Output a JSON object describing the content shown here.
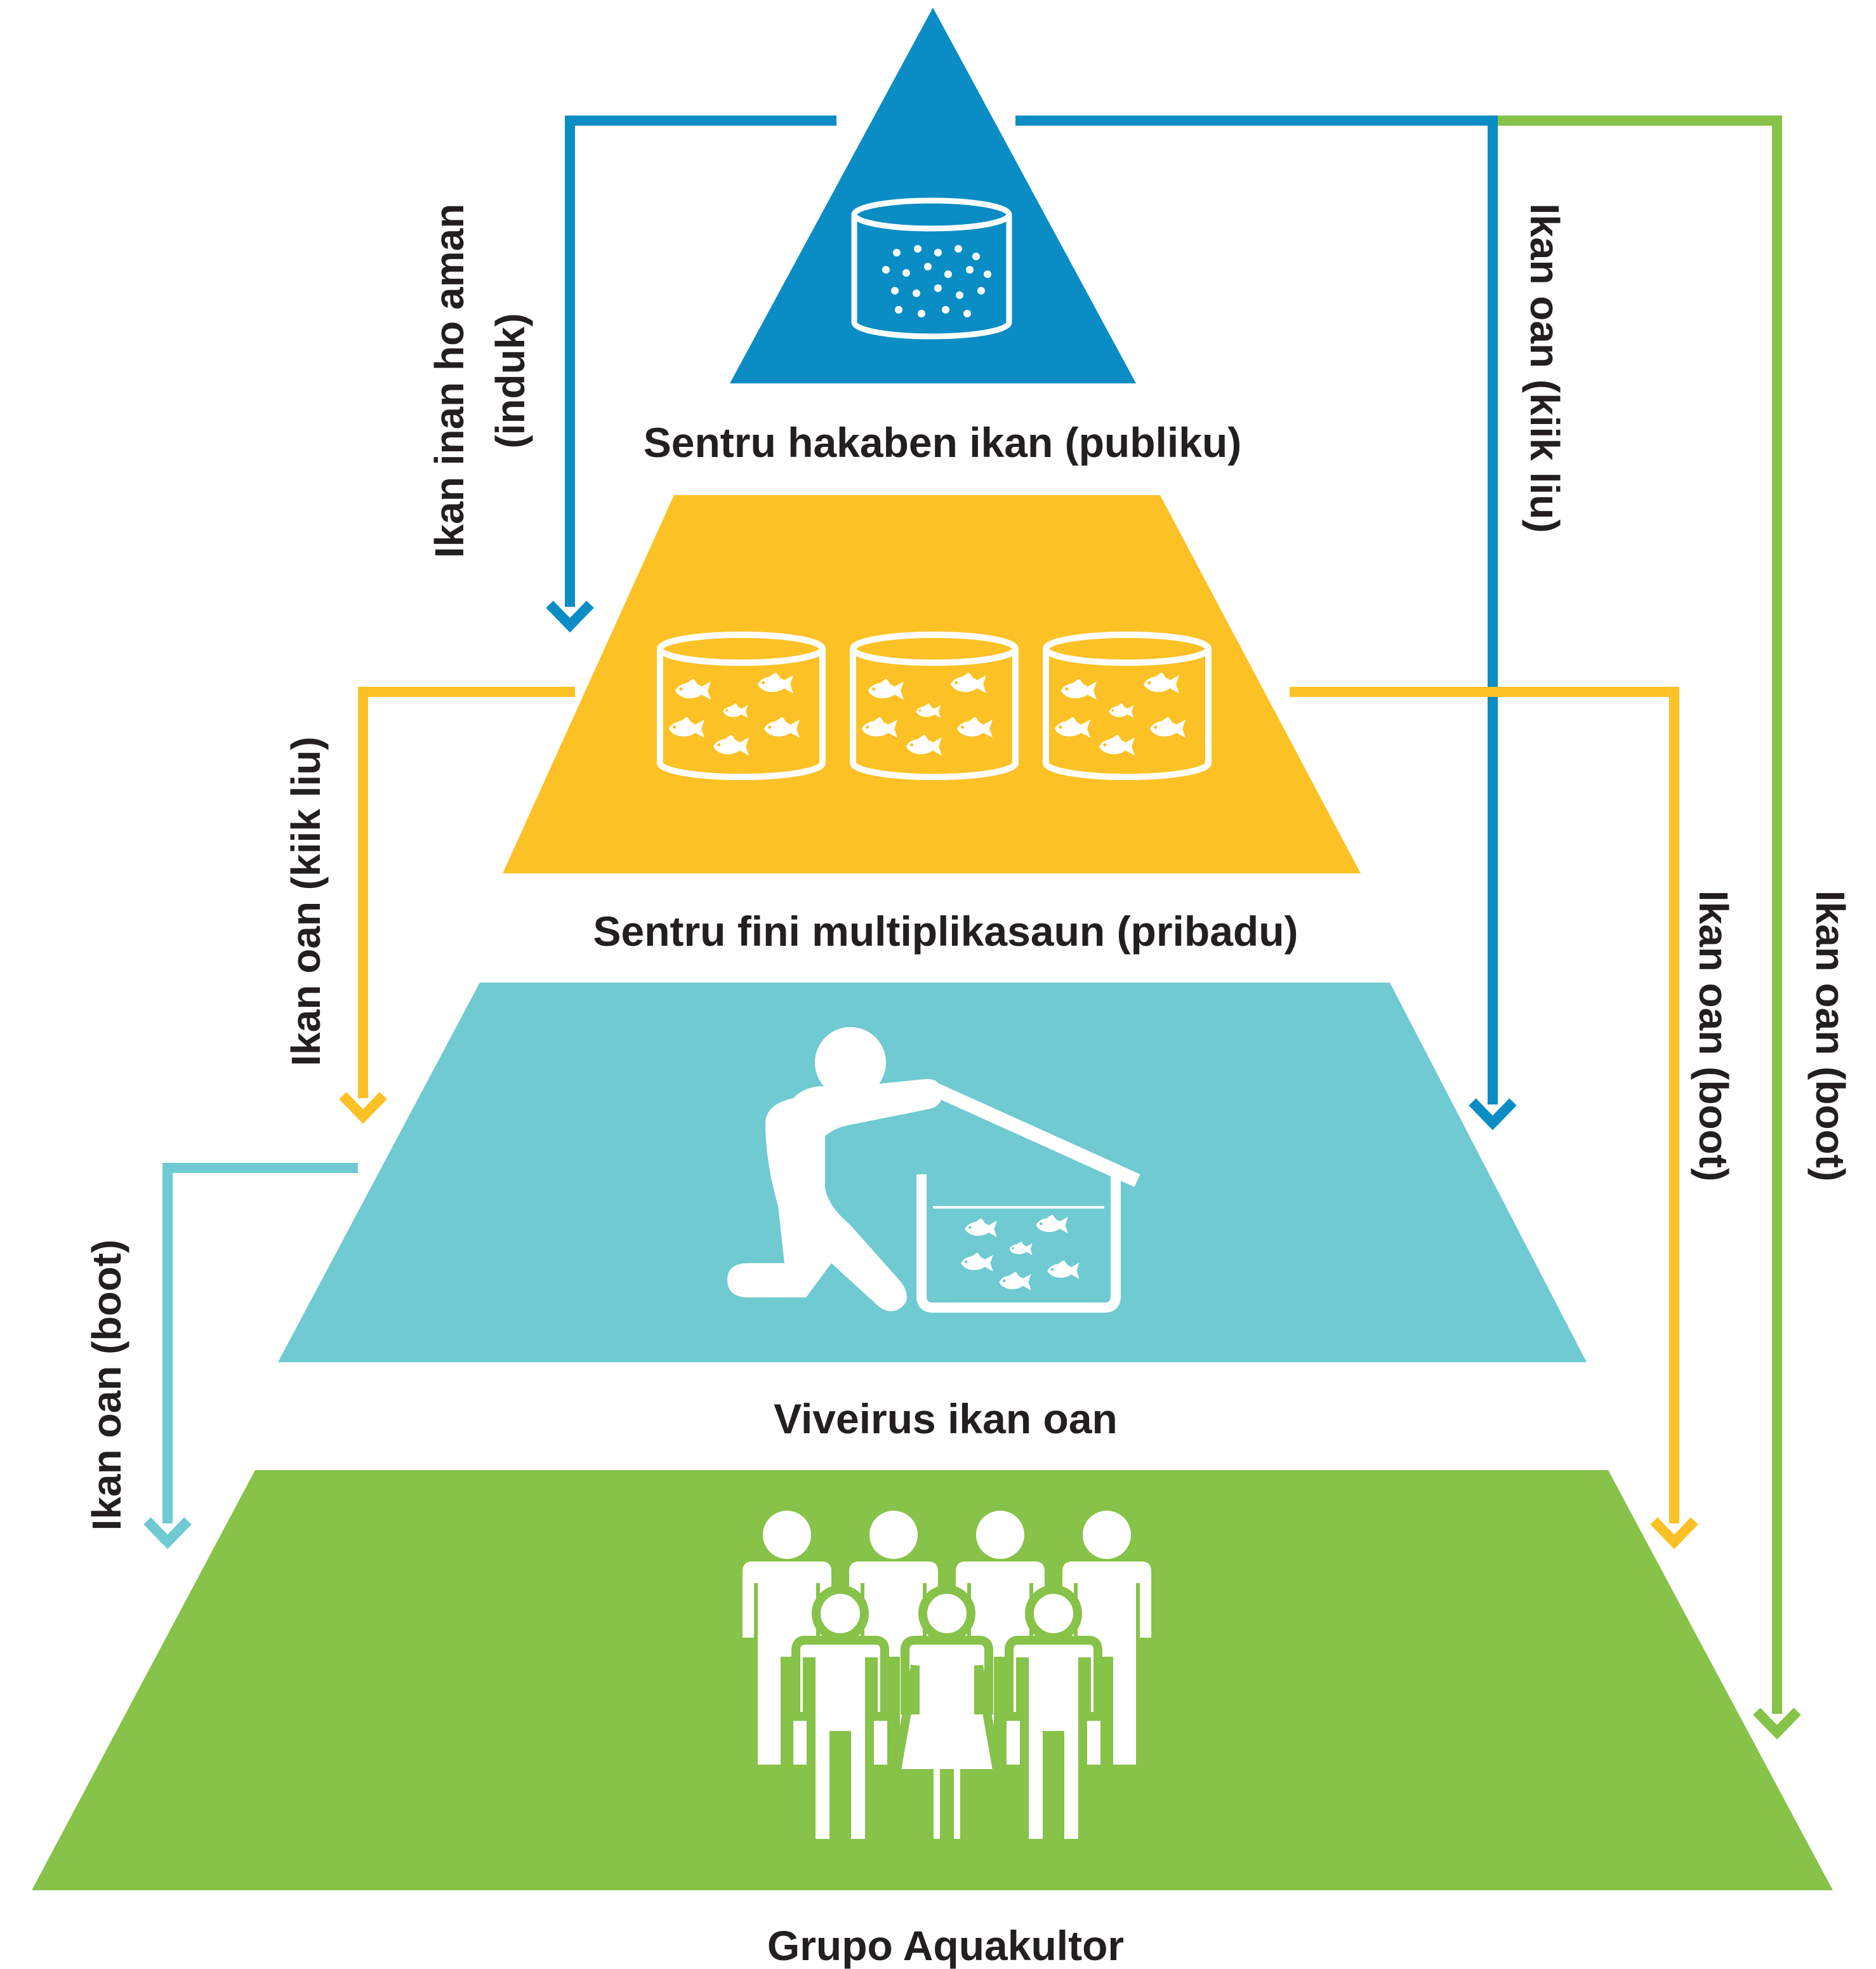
{
  "tiers": {
    "hatchery": {
      "label": "Sentru hakaben ikan (publiku)",
      "color": "#0a8dc4"
    },
    "multiplication": {
      "label": "Sentru fini multiplikasaun (pribadu)",
      "color": "#fcc125"
    },
    "nursery": {
      "label": "Viveirus ikan oan",
      "color": "#6fcad1"
    },
    "farmers": {
      "label": "Grupo Aquakultor",
      "color": "#87c249"
    }
  },
  "flows": {
    "broodstock": {
      "label_line1": "Ikan inan ho aman",
      "label_line2": "(induk)",
      "color": "#0a8dc4"
    },
    "hatchery_small_fry": {
      "label": "Ikan oan (kiik liu)",
      "color": "#0a8dc4"
    },
    "hatchery_large_fry": {
      "label": "Ikan oan (boot)",
      "color": "#87c249"
    },
    "multiplication_small_fry": {
      "label": "Ikan oan (kiik liu)",
      "color": "#fcc125"
    },
    "multiplication_large_fry": {
      "label": "Ikan oan (boot)",
      "color": "#fcc125"
    },
    "nursery_large_fry": {
      "label": "Ikan oan (boot)",
      "color": "#6fcad1"
    }
  },
  "icons": {
    "hatchery": "tank-with-eggs-icon",
    "multiplication": "tanks-with-fish-icon",
    "nursery": "person-at-fish-tank-icon",
    "farmers": "group-of-people-icon"
  }
}
